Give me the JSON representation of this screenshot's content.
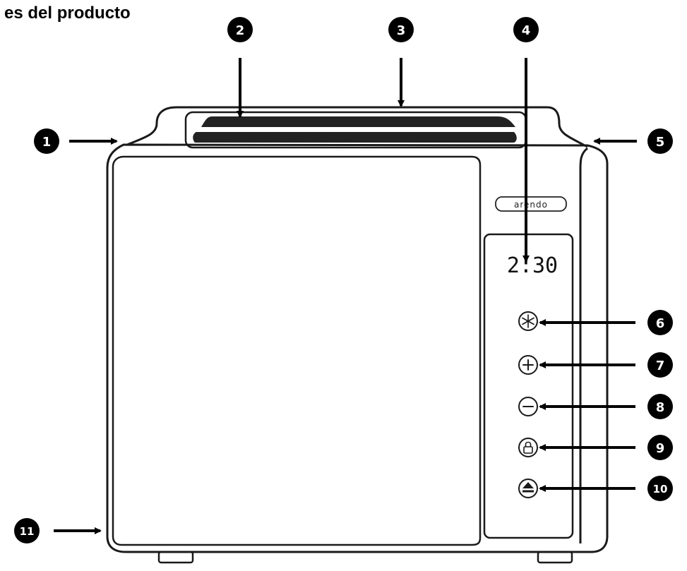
{
  "heading": "es del producto",
  "brand": "arendo",
  "display": "2:30",
  "callouts": [
    "1",
    "2",
    "3",
    "4",
    "5",
    "6",
    "7",
    "8",
    "9",
    "10",
    "11"
  ],
  "buttons": [
    {
      "icon": "defrost-snowflake-icon"
    },
    {
      "icon": "plus-icon"
    },
    {
      "icon": "minus-icon"
    },
    {
      "icon": "lock-icon"
    },
    {
      "icon": "eject-icon"
    }
  ],
  "colors": {
    "line": "#1a1a1a",
    "badge": "#000000",
    "slot": "#222222"
  }
}
